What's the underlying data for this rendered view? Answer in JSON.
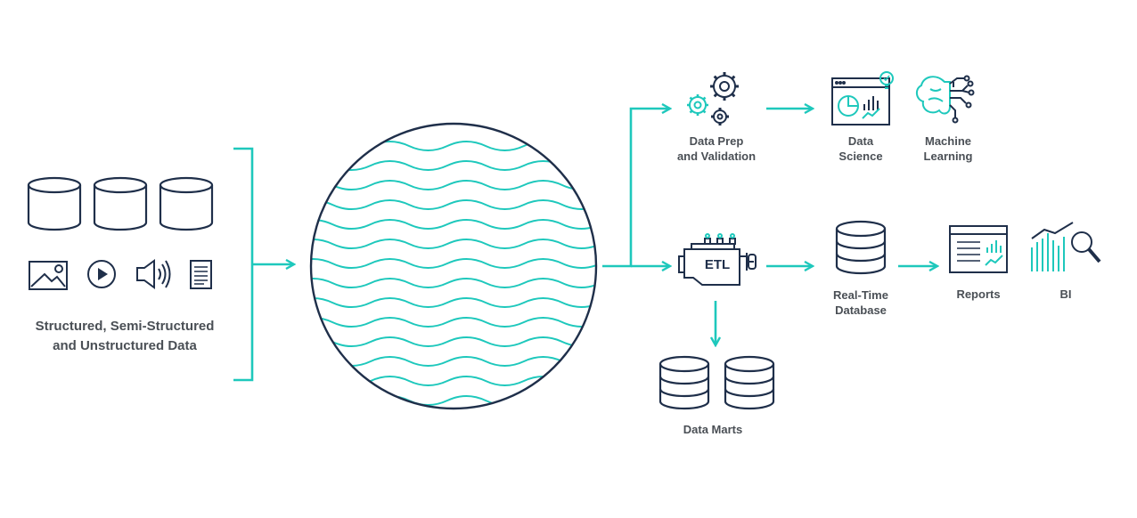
{
  "sources": {
    "label": "Structured, Semi-Structured\nand Unstructured Data",
    "icons": [
      "database-icon",
      "database-icon",
      "database-icon",
      "image-icon",
      "play-icon",
      "audio-icon",
      "document-icon"
    ]
  },
  "lake": {
    "icon": "data-lake-waves-icon"
  },
  "etl": {
    "label": "ETL"
  },
  "nodes": {
    "data_prep": "Data Prep\nand Validation",
    "data_science": "Data\nScience",
    "machine_learning": "Machine\nLearning",
    "realtime_db": "Real-Time\nDatabase",
    "reports": "Reports",
    "bi": "BI",
    "data_marts": "Data Marts"
  },
  "colors": {
    "accent": "#1ec8bc",
    "ink": "#1f2f4a",
    "text": "#4a4f55"
  }
}
